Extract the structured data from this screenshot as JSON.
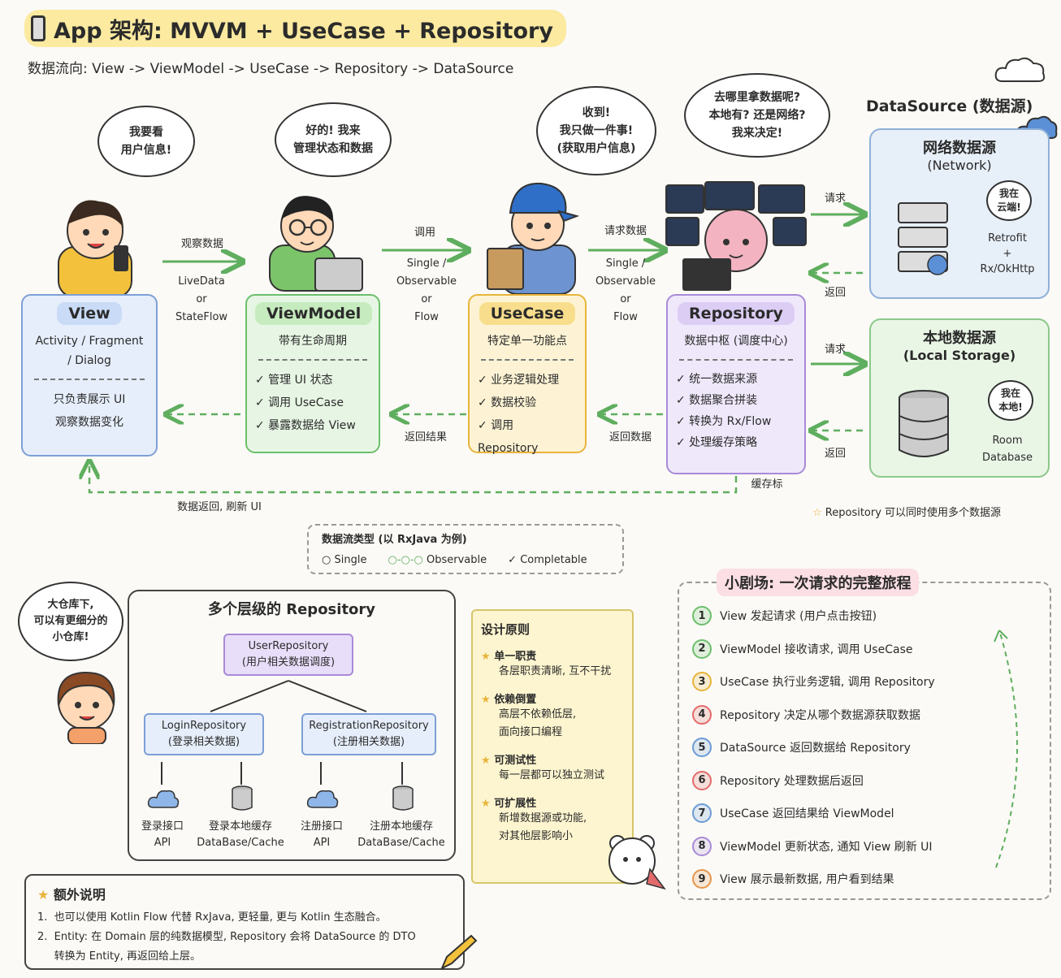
{
  "title": "App 架构: MVVM + UseCase + Repository",
  "subtitle": "数据流向:  View -> ViewModel -> UseCase -> Repository -> DataSource",
  "bubbles": {
    "view": "我要看\n用户信息!",
    "viewmodel": "好的! 我来\n管理状态和数据",
    "usecase": "收到!\n我只做一件事!\n(获取用户信息)",
    "repository": "去哪里拿数据呢?\n本地有? 还是网络?\n我来决定!"
  },
  "layers": {
    "view": {
      "name": "View",
      "sub": "Activity / Fragment\n/ Dialog",
      "desc": "只负责展示 UI\n观察数据变化"
    },
    "viewmodel": {
      "name": "ViewModel",
      "sub": "带有生命周期",
      "items": [
        "✓ 管理 UI 状态",
        "✓ 调用 UseCase",
        "✓ 暴露数据给 View"
      ]
    },
    "usecase": {
      "name": "UseCase",
      "sub": "特定单一功能点",
      "items": [
        "✓ 业务逻辑处理",
        "✓ 数据校验",
        "✓ 调用 Repository"
      ]
    },
    "repository": {
      "name": "Repository",
      "sub": "数据中枢 (调度中心)",
      "items": [
        "✓ 统一数据来源",
        "✓ 数据聚合拼装",
        "✓ 转换为 Rx/Flow",
        "✓ 处理缓存策略"
      ]
    }
  },
  "arrows": {
    "observe": "观察数据",
    "observe_types": "LiveData\nor\nStateFlow",
    "invoke": "调用",
    "invoke_types": "Single / Observable\nor\nFlow",
    "request_data": "请求数据",
    "request_types": "Single /\nObservable\nor\nFlow",
    "return_result_1": "返回结果",
    "return_data": "返回数据",
    "data_return_refresh": "数据返回, 刷新 UI",
    "request_1": "请求",
    "return_1": "返回",
    "request_2": "请求",
    "return_2": "返回",
    "cache_mark": "缓存标"
  },
  "datasource": {
    "title": "DataSource (数据源)",
    "network": {
      "title": "网络数据源",
      "sub": "(Network)",
      "bubble": "我在\n云端!",
      "tech": "Retrofit\n+\nRx/OkHttp"
    },
    "local": {
      "title": "本地数据源",
      "sub": "(Local Storage)",
      "bubble": "我在\n本地!",
      "tech": "Room\nDatabase"
    },
    "note": "Repository 可以同时使用多个数据源"
  },
  "legend": {
    "title": "数据流类型 (以 RxJava 为例)",
    "items": [
      "Single",
      "Observable",
      "Completable"
    ]
  },
  "multi_repo": {
    "bubble": "大仓库下,\n可以有更细分的\n小仓库!",
    "title": "多个层级的 Repository",
    "root": "UserRepository\n(用户相关数据调度)",
    "left": "LoginRepository\n(登录相关数据)",
    "right": "RegistrationRepository\n(注册相关数据)",
    "leaves": [
      "登录接口\nAPI",
      "登录本地缓存\nDataBase/Cache",
      "注册接口\nAPI",
      "注册本地缓存\nDataBase/Cache"
    ]
  },
  "design": {
    "title": "设计原则",
    "items": [
      {
        "title": "单一职责",
        "desc": "各层职责清晰, 互不干扰"
      },
      {
        "title": "依赖倒置",
        "desc": "高层不依赖低层,\n面向接口编程"
      },
      {
        "title": "可测试性",
        "desc": "每一层都可以独立测试"
      },
      {
        "title": "可扩展性",
        "desc": "新增数据源或功能,\n对其他层影响小"
      }
    ]
  },
  "scene": {
    "title": "小剧场: 一次请求的完整旅程",
    "steps": [
      "View 发起请求 (用户点击按钮)",
      "ViewModel 接收请求, 调用 UseCase",
      "UseCase 执行业务逻辑, 调用 Repository",
      "Repository 决定从哪个数据源获取数据",
      "DataSource 返回数据给 Repository",
      "Repository 处理数据后返回",
      "UseCase 返回结果给 ViewModel",
      "ViewModel 更新状态, 通知 View 刷新 UI",
      "View 展示最新数据, 用户看到结果"
    ],
    "step_colors": [
      "#6cbf6c",
      "#6cbf6c",
      "#e8b43a",
      "#e36a6a",
      "#6b9bd6",
      "#e36a6a",
      "#6b9bd6",
      "#a98ad8",
      "#e8954a"
    ]
  },
  "extra": {
    "title": "额外说明",
    "items": [
      "1.  也可以使用 Kotlin Flow 代替 RxJava, 更轻量, 更与 Kotlin 生态融合。",
      "2.  Entity: 在 Domain 层的纯数据模型, Repository 会将 DataSource 的 DTO",
      "     转换为 Entity, 再返回给上层。"
    ]
  },
  "colors": {
    "view": "#7d9fd6",
    "view_bg": "#e6eefb",
    "viewmodel": "#6cbf6c",
    "viewmodel_bg": "#e7f6e4",
    "usecase": "#e8b43a",
    "usecase_bg": "#fdf3d4",
    "repository": "#a98ad8",
    "repository_bg": "#efe8fb",
    "network_bg": "#e7eff8",
    "local_bg": "#e9f6e6"
  }
}
